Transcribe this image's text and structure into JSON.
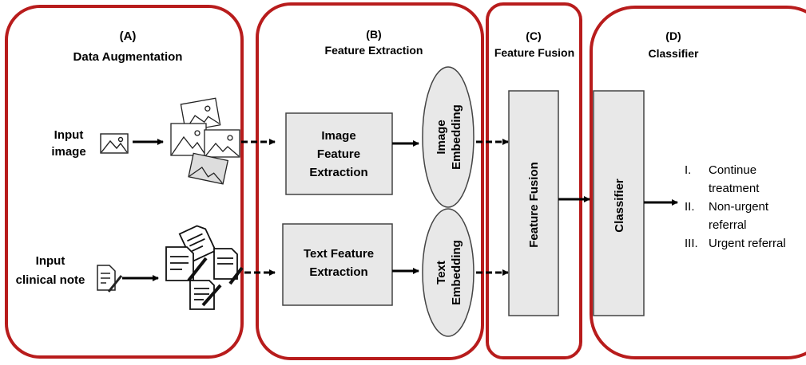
{
  "panels": {
    "a": {
      "letter": "(A)",
      "title": "Data Augmentation"
    },
    "b": {
      "letter": "(B)",
      "title": "Feature Extraction"
    },
    "c": {
      "letter": "(C)",
      "title": "Feature Fusion"
    },
    "d": {
      "letter": "(D)",
      "title": "Classifier"
    }
  },
  "inputs": {
    "image_line1": "Input",
    "image_line2": "image",
    "note_line1": "Input",
    "note_line2": "clinical note"
  },
  "boxes": {
    "image_feature_1": "Image",
    "image_feature_2": "Feature",
    "image_feature_3": "Extraction",
    "text_feature_1": "Text Feature",
    "text_feature_2": "Extraction",
    "fusion": "Feature Fusion",
    "classifier": "Classifier"
  },
  "embeddings": {
    "image_1": "Image",
    "image_2": "Embedding",
    "text_1": "Text",
    "text_2": "Embedding"
  },
  "outputs": [
    {
      "numeral": "I.",
      "line1": "Continue",
      "line2": "treatment"
    },
    {
      "numeral": "II.",
      "line1": "Non-urgent",
      "line2": "referral"
    },
    {
      "numeral": "III.",
      "line1": "Urgent referral",
      "line2": ""
    }
  ],
  "colors": {
    "panel_border": "#b81c1c",
    "box_fill": "#e8e8e8",
    "box_border": "#444444",
    "arrow": "#000000"
  }
}
